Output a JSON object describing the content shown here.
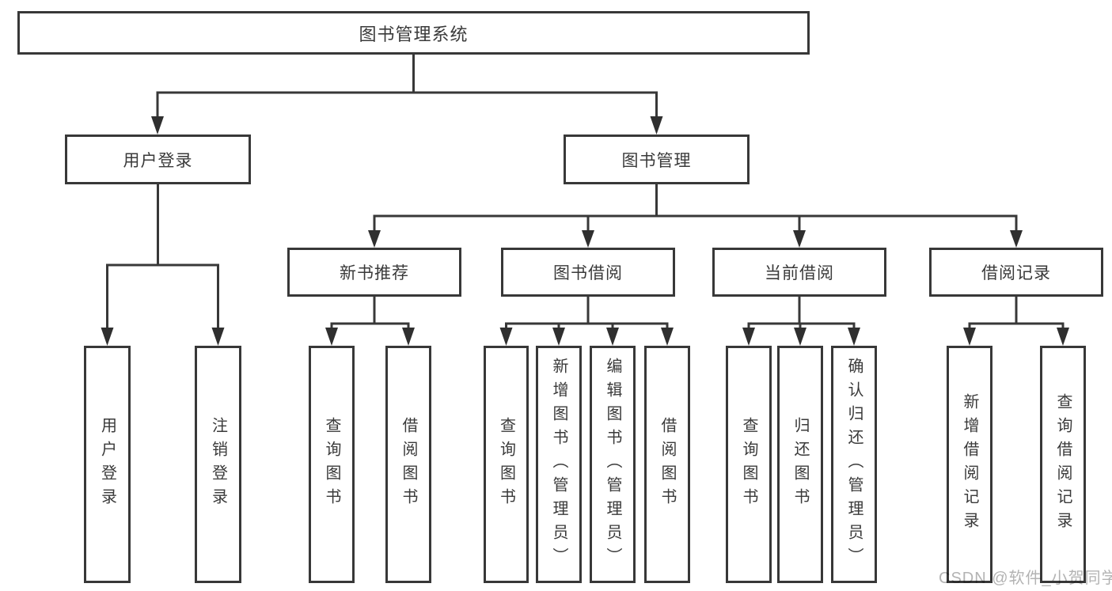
{
  "diagram_title": "图书管理系统",
  "nodes": {
    "root": "图书管理系统",
    "user_login": "用户登录",
    "book_management": "图书管理",
    "new_book_recommend": "新书推荐",
    "book_borrowing": "图书借阅",
    "current_borrowing": "当前借阅",
    "borrowing_records": "借阅记录",
    "ul_user_login": "用户登录",
    "ul_logout": "注销登录",
    "nb_query_books": "查询图书",
    "nb_borrow_books": "借阅图书",
    "bb_query_books": "查询图书",
    "bb_add_books_admin": "新增图书（管理员）",
    "bb_edit_books_admin": "编辑图书（管理员）",
    "bb_borrow_books": "借阅图书",
    "cb_query_books": "查询图书",
    "cb_return_books": "归还图书",
    "cb_confirm_return_admin": "确认归还（管理员）",
    "br_add_record": "新增借阅记录",
    "br_query_record": "查询借阅记录"
  },
  "hierarchy": {
    "图书管理系统": {
      "用户登录": [
        "用户登录",
        "注销登录"
      ],
      "图书管理": {
        "新书推荐": [
          "查询图书",
          "借阅图书"
        ],
        "图书借阅": [
          "查询图书",
          "新增图书（管理员）",
          "编辑图书（管理员）",
          "借阅图书"
        ],
        "当前借阅": [
          "查询图书",
          "归还图书",
          "确认归还（管理员）"
        ],
        "借阅记录": [
          "新增借阅记录",
          "查询借阅记录"
        ]
      }
    }
  },
  "watermark": "CSDN @软件_小贺同学",
  "colors": {
    "line": "#383838",
    "text": "#3a3a3a",
    "watermark": "#b3b3b3",
    "background": "#ffffff"
  }
}
